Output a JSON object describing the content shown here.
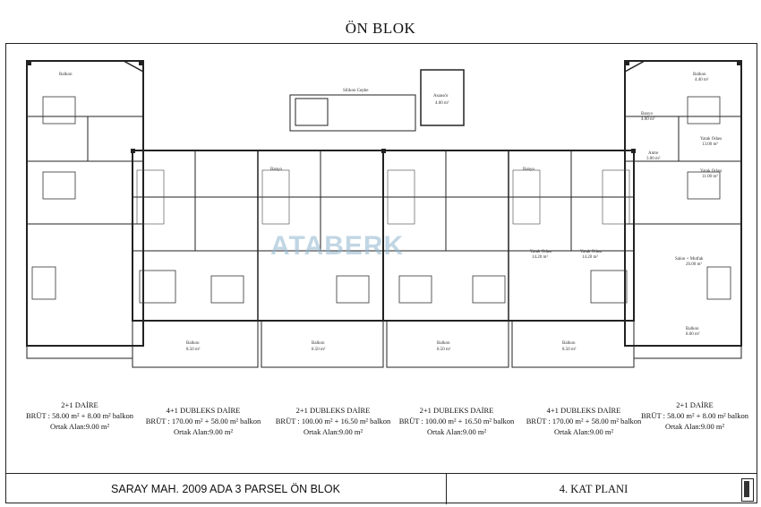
{
  "title": "ÖN BLOK",
  "watermark": "ATABERK",
  "plan_labels": {
    "silikon_cephe": "Silikon Cephe",
    "asansor": "Asansör",
    "asansor_area": "4.00 m²",
    "banyo": "Banyo",
    "yatak_odasi": "Yatak Odası",
    "salon_mutfak": "Salon + Mutfak",
    "antre": "Antre",
    "balkon": "Balkon",
    "balkon_area_1": "8.50 m²",
    "balkon_area_2": "8.50 m²",
    "balkon_area_3": "8.50 m²",
    "balkon_area_4": "8.50 m²",
    "balkon_top_right_area": "4.40 m²",
    "yatak_odasi_area_r1": "13.00 m²",
    "yatak_odasi_area_r2": "11.00 m²",
    "salon_area_r": "26.00 m²",
    "banyo_area": "4.00 m²",
    "antre_area": "3.00 m²",
    "yatak_area_mid": "14.20 m²",
    "balkon_area_r": "8.00 m²"
  },
  "units": [
    {
      "name": "2+1 DAİRE",
      "brut": "BRÜT : 58.00 m² + 8.00 m² balkon",
      "ortak": "Ortak Alan:9.00 m²"
    },
    {
      "name": "4+1 DUBLEKS DAİRE",
      "brut": "BRÜT : 170.00 m² + 58.00 m² balkon",
      "ortak": "Ortak Alan:9.00 m²"
    },
    {
      "name": "2+1 DUBLEKS DAİRE",
      "brut": "BRÜT : 100.00 m² + 16.50 m² balkon",
      "ortak": "Ortak Alan:9.00 m²"
    },
    {
      "name": "2+1 DUBLEKS DAİRE",
      "brut": "BRÜT : 100.00 m² + 16.50 m² balkon",
      "ortak": "Ortak Alan:9.00 m²"
    },
    {
      "name": "4+1 DUBLEKS DAİRE",
      "brut": "BRÜT : 170.00 m² + 58.00 m² balkon",
      "ortak": "Ortak Alan:9.00 m²"
    },
    {
      "name": "2+1 DAİRE",
      "brut": "BRÜT : 58.00 m² + 8.00 m² balkon",
      "ortak": "Ortak Alan:9.00 m²"
    }
  ],
  "footer": {
    "project": "SARAY MAH. 2009 ADA 3 PARSEL ÖN BLOK",
    "sheet": "4. KAT PLANI"
  }
}
